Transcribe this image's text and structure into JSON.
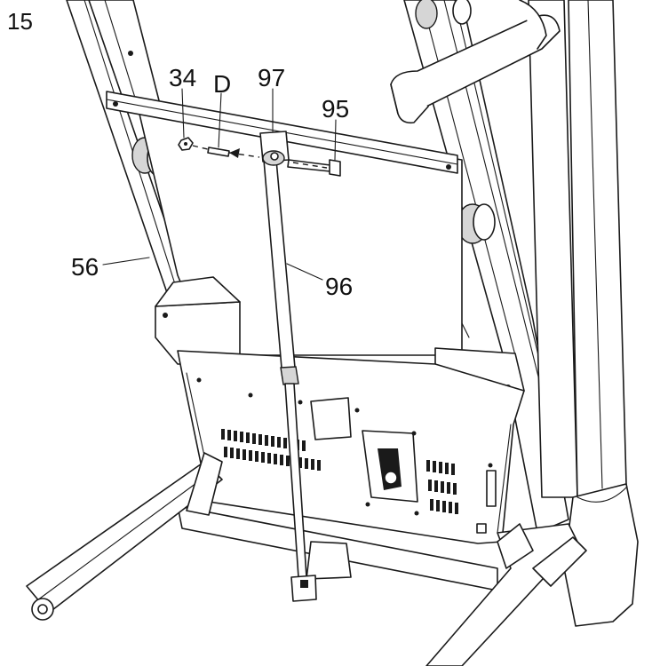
{
  "step_number": "15",
  "callouts": {
    "c34": "34",
    "cD": "D",
    "c97": "97",
    "c95": "95",
    "c56": "56",
    "c96": "96"
  }
}
